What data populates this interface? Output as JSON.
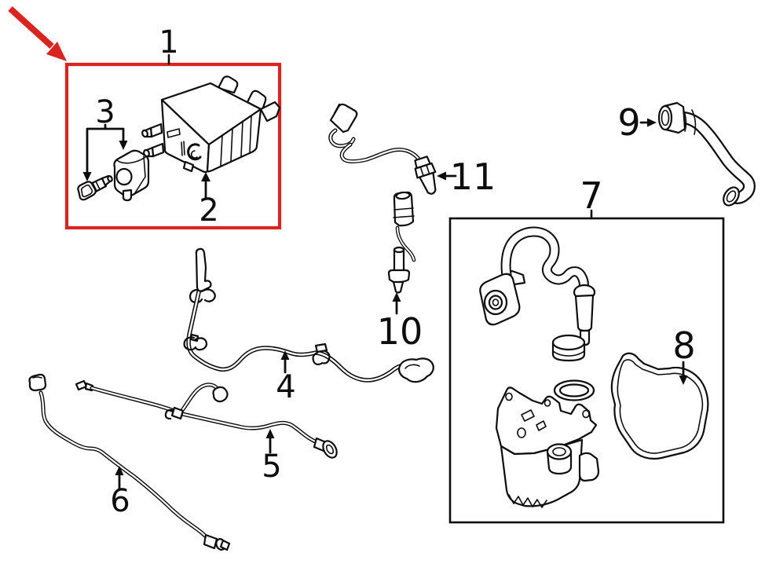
{
  "figure": {
    "type": "automotive-parts-line-diagram",
    "background": "#ffffff",
    "line_color": "#0d0d0d",
    "highlight_color": "#d8251f",
    "callouts": [
      {
        "label": "1",
        "part": "canister-assembly",
        "highlighted": true
      },
      {
        "label": "2",
        "part": "canister"
      },
      {
        "label": "3",
        "part": "valve-and-sensor-pair"
      },
      {
        "label": "4",
        "part": "tube-with-bracket"
      },
      {
        "label": "5",
        "part": "vapor-tube"
      },
      {
        "label": "6",
        "part": "vapor-tube-long"
      },
      {
        "label": "7",
        "part": "separator-kit-box"
      },
      {
        "label": "8",
        "part": "gasket"
      },
      {
        "label": "9",
        "part": "hose"
      },
      {
        "label": "10",
        "part": "sensor-vertical"
      },
      {
        "label": "11",
        "part": "sensor-with-cable"
      }
    ]
  }
}
